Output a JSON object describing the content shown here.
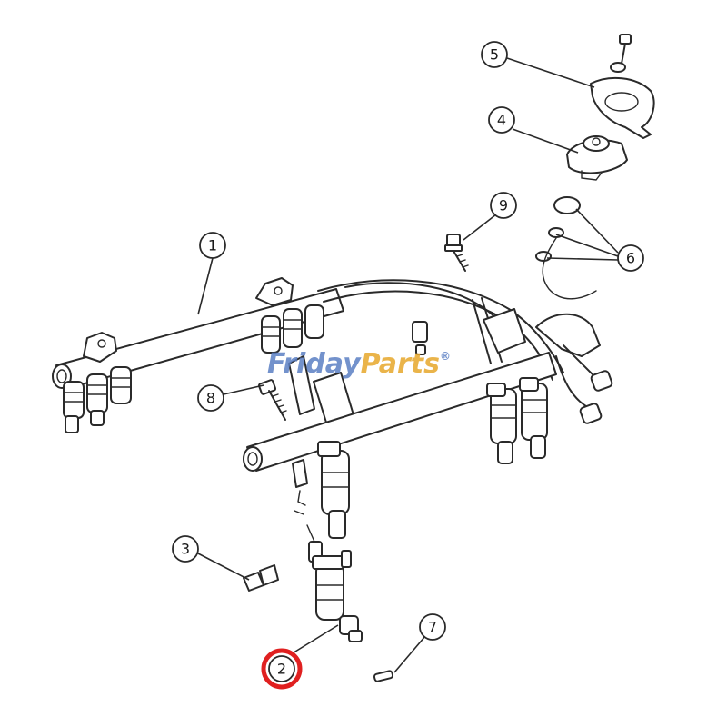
{
  "diagram": {
    "callouts": [
      {
        "label": "1"
      },
      {
        "label": "2"
      },
      {
        "label": "3"
      },
      {
        "label": "4"
      },
      {
        "label": "5"
      },
      {
        "label": "6"
      },
      {
        "label": "7"
      },
      {
        "label": "8"
      },
      {
        "label": "9"
      }
    ],
    "highlight": {
      "label": "2",
      "color": "#e02020"
    }
  },
  "watermark": {
    "part1": "Friday",
    "part2": "Parts",
    "mark": "®",
    "color1": "#5b7fc4",
    "color2": "#e7a72b"
  }
}
